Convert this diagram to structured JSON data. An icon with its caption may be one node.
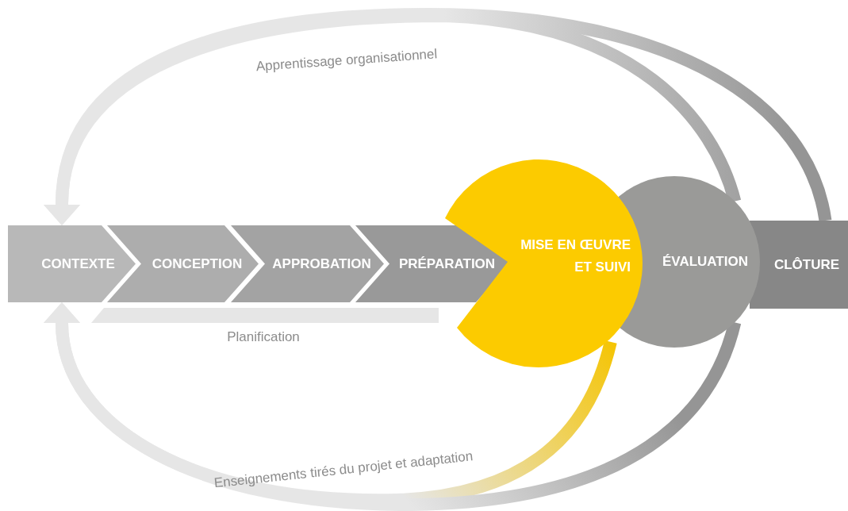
{
  "diagram": {
    "nodes": [
      {
        "text": [
          "CONTEXTE"
        ]
      },
      {
        "text": [
          "CONCEPTION"
        ]
      },
      {
        "text": [
          "APPROBATION"
        ]
      },
      {
        "text": [
          "PRÉPARATION"
        ]
      },
      {
        "text": [
          "MISE EN ŒUVRE ET SUIVI"
        ]
      },
      {
        "text": [
          "ÉVALUATION"
        ]
      },
      {
        "text": [
          "CLÔTURE"
        ]
      },
      {
        "text": [
          "Planification"
        ]
      }
    ],
    "edges": [
      {
        "from": 6,
        "to": 0,
        "arrow": "to",
        "label": "Apprentissage organisationnel"
      },
      {
        "from": 5,
        "to": 0,
        "arrow": "to"
      },
      {
        "from": 4,
        "to": 0,
        "arrow": "to",
        "label": "Enseignements tirés du projet et adaptation",
        "color": "#f5c400"
      },
      {
        "from": 5,
        "to": 0,
        "arrow": "to"
      }
    ]
  }
}
